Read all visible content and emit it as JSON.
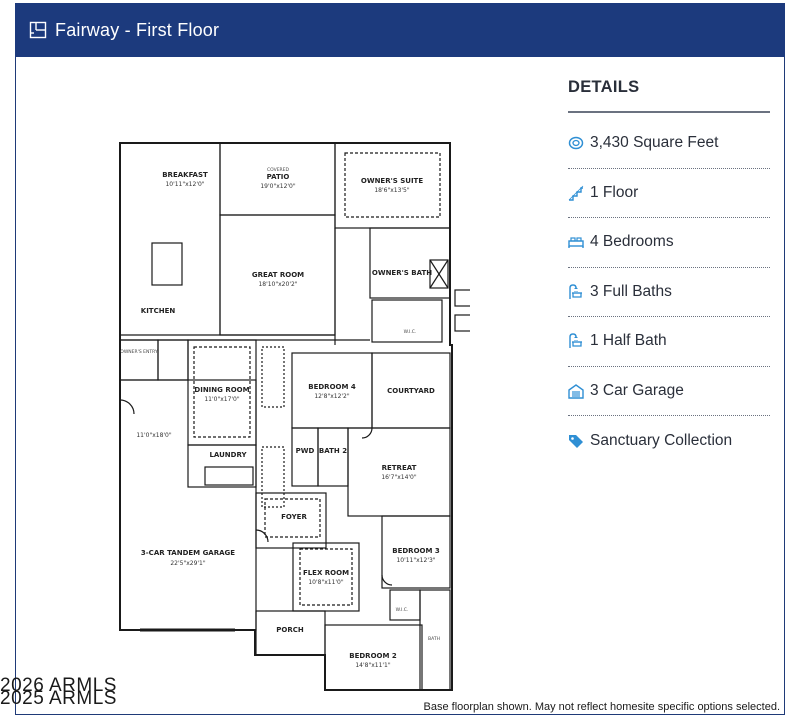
{
  "header": {
    "title": "Fairway - First Floor",
    "icon": "floorplan-icon",
    "bg_color": "#1c3a7d"
  },
  "floorplan": {
    "rooms": {
      "breakfast": {
        "name": "BREAKFAST",
        "dim": "10'11\"x12'0\""
      },
      "patio": {
        "name": "PATIO",
        "dim": "19'0\"x12'0\"",
        "note": "COVERED"
      },
      "owners_suite": {
        "name": "OWNER'S SUITE",
        "dim": "18'6\"x13'5\""
      },
      "great_room": {
        "name": "GREAT ROOM",
        "dim": "18'10\"x20'2\""
      },
      "kitchen": {
        "name": "KITCHEN"
      },
      "owners_bath": {
        "name": "OWNER'S BATH"
      },
      "wic_owner": {
        "name": "W.I.C."
      },
      "owners_entry": {
        "name": "OWNER'S ENTRY"
      },
      "dining_room": {
        "name": "DINING ROOM",
        "dim": "11'0\"x17'0\""
      },
      "bedroom4": {
        "name": "BEDROOM 4",
        "dim": "12'8\"x12'2\""
      },
      "courtyard": {
        "name": "COURTYARD"
      },
      "garage_side": {
        "dim": "11'0\"x18'0\""
      },
      "laundry": {
        "name": "LAUNDRY"
      },
      "pwd": {
        "name": "PWD"
      },
      "bath2": {
        "name": "BATH 2"
      },
      "retreat": {
        "name": "RETREAT",
        "dim": "16'7\"x14'0\""
      },
      "foyer": {
        "name": "FOYER"
      },
      "garage": {
        "name": "3-CAR TANDEM GARAGE",
        "dim": "22'5\"x29'1\""
      },
      "bedroom3": {
        "name": "BEDROOM 3",
        "dim": "10'11\"x12'3\""
      },
      "flex_room": {
        "name": "FLEX ROOM",
        "dim": "10'8\"x11'0\""
      },
      "wic_small": {
        "name": "W.I.C."
      },
      "bath_small": {
        "name": "BATH"
      },
      "porch": {
        "name": "PORCH"
      },
      "bedroom2": {
        "name": "BEDROOM 2",
        "dim": "14'8\"x11'1\""
      }
    }
  },
  "details": {
    "heading": "DETAILS",
    "accent_color": "#2f8fd4",
    "items": [
      {
        "icon": "square-feet-icon",
        "label": "3,430 Square Feet"
      },
      {
        "icon": "stairs-icon",
        "label": "1 Floor"
      },
      {
        "icon": "bed-icon",
        "label": "4 Bedrooms"
      },
      {
        "icon": "shower-icon",
        "label": "3 Full Baths"
      },
      {
        "icon": "shower-icon",
        "label": "1 Half Bath"
      },
      {
        "icon": "garage-icon",
        "label": "3 Car Garage"
      },
      {
        "icon": "tag-icon",
        "label": "Sanctuary Collection"
      }
    ]
  },
  "watermark": {
    "line1": "2026 ARMLS",
    "line2": "2025 ARMLS"
  },
  "footnote": "Base floorplan shown. May not reflect homesite specific options selected."
}
